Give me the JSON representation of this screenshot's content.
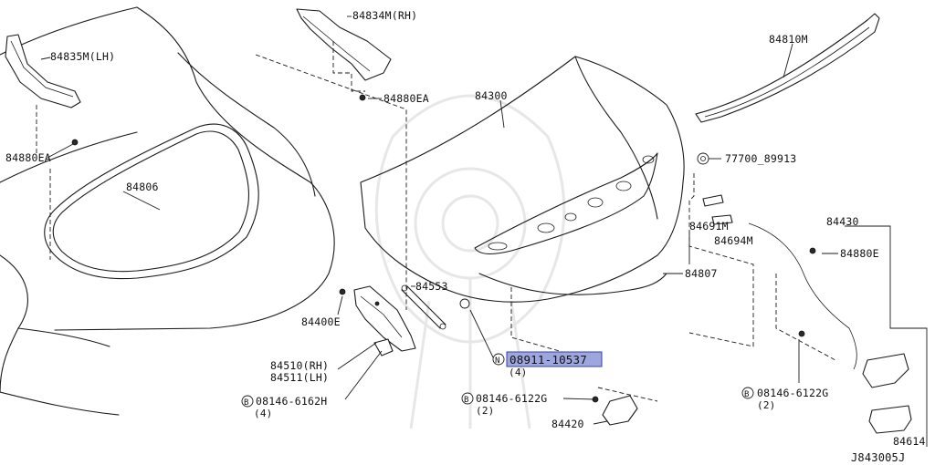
{
  "diagram_code": "J843005J",
  "callouts": {
    "p84835": "84835M(LH)",
    "p84834": "84834M(RH)",
    "p84880ea_top": "84880EA",
    "p84880ea_left": "84880EA",
    "p84806": "84806",
    "p84300": "84300",
    "p84810": "84810M",
    "p77700": "77700_89913",
    "p84430": "84430",
    "p84691": "84691M",
    "p84694": "84694M",
    "p84880e": "84880E",
    "p84807": "84807",
    "p84553": "84553",
    "p84400e": "84400E",
    "p84510": "84510(RH)",
    "p84511": "84511(LH)",
    "p84420": "84420",
    "p84614": "84614"
  },
  "bolts": {
    "left": {
      "prefix": "B",
      "number": "08146-6162H",
      "qty": "(4)"
    },
    "mid": {
      "prefix": "B",
      "number": "08146-6122G",
      "qty": "(2)"
    },
    "right": {
      "prefix": "B",
      "number": "08146-6122G",
      "qty": "(2)"
    },
    "nut": {
      "prefix": "N",
      "number": "08911-10537",
      "qty": "(4)"
    }
  },
  "colors": {
    "highlight": "#9ea7dd",
    "line": "#1a1a1a"
  }
}
